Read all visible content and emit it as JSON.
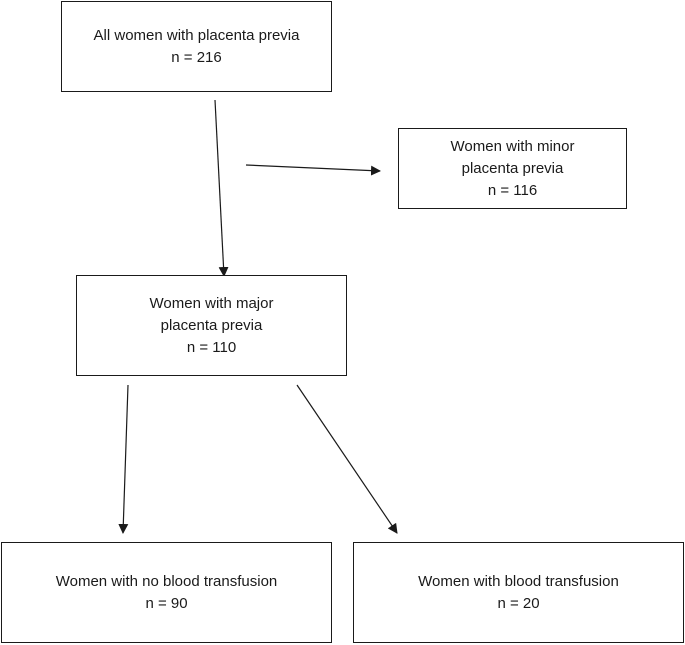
{
  "boxes": {
    "all": {
      "lines": [
        "All women with placenta previa",
        "n = 216"
      ]
    },
    "minor": {
      "lines": [
        "Women with minor",
        "placenta previa",
        "n = 116"
      ]
    },
    "major": {
      "lines": [
        "Women with major",
        "placenta previa",
        "n = 110"
      ]
    },
    "no_transfusion": {
      "lines": [
        "Women with no blood transfusion",
        "n = 90"
      ]
    },
    "transfusion": {
      "lines": [
        "Women with blood transfusion",
        "n = 20"
      ]
    }
  },
  "colors": {
    "line": "#1a1a1a",
    "box_border": "#1a1a1a",
    "background": "#ffffff"
  }
}
